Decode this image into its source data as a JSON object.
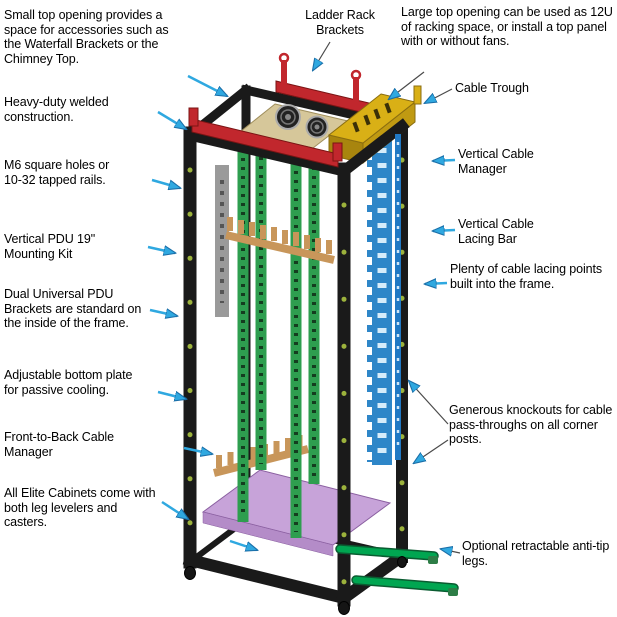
{
  "colors": {
    "background": "#ffffff",
    "text": "#000000",
    "arrow": "#2fa8e0",
    "frame": "#1a1a1a",
    "rail_green": "#2e9e4f",
    "manager_blue": "#2e86c8",
    "trough_yellow": "#d9b016",
    "bracket_red": "#c1272d",
    "plate_purple": "#c7a3d9",
    "legs_green": "#00a651",
    "panel_tan": "#d6c79a",
    "wood_tan": "#c8965a"
  },
  "callouts": {
    "left": [
      {
        "text": "Small top opening provides a space for accessories such as the Waterfall Brackets or the Chimney Top."
      },
      {
        "text": "Heavy-duty welded construction."
      },
      {
        "text": "M6 square holes or 10-32 tapped rails."
      },
      {
        "text": "Vertical PDU 19\" Mounting Kit"
      },
      {
        "text": "Dual Universal PDU Brackets are standard on the inside of the frame."
      },
      {
        "text": "Adjustable bottom plate for passive cooling."
      },
      {
        "text": "Front-to-Back Cable Manager"
      },
      {
        "text": "All Elite Cabinets come with both leg levelers and casters."
      }
    ],
    "top": [
      {
        "text": "Ladder Rack Brackets"
      },
      {
        "text": "Large top opening can be used as 12U of racking space, or install a top panel with or without fans."
      }
    ],
    "right": [
      {
        "text": "Cable Trough"
      },
      {
        "text": "Vertical Cable Manager"
      },
      {
        "text": "Vertical Cable Lacing Bar"
      },
      {
        "text": "Plenty of cable lacing points built into the frame."
      },
      {
        "text": "Generous knockouts for cable pass-throughs on all corner posts."
      },
      {
        "text": "Optional retractable anti-tip legs."
      }
    ]
  }
}
